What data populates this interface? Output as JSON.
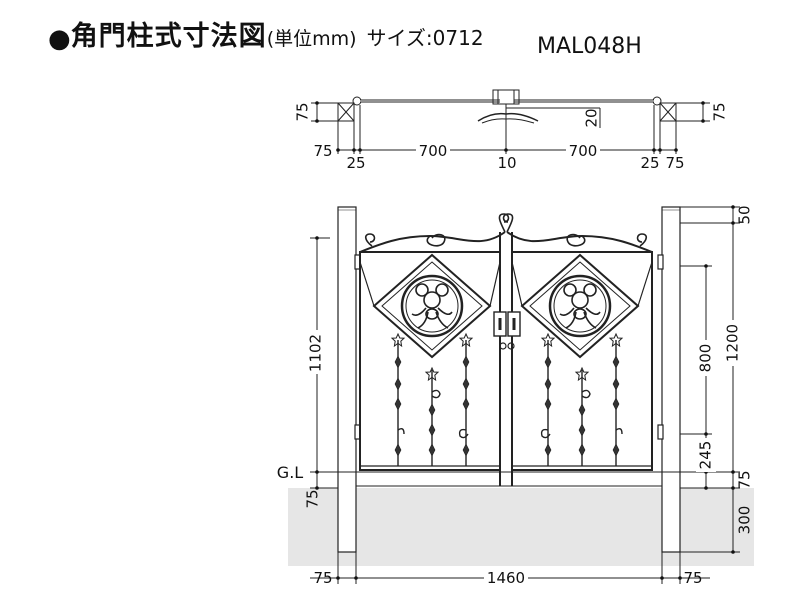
{
  "title": {
    "bullet": "●",
    "main": "角門柱式寸法図",
    "unit": "(単位mm)",
    "size": "サイズ:0712"
  },
  "model_code": "MAL048H",
  "plan_view": {
    "dims": {
      "post_depth_left": "75",
      "post_depth_right": "75",
      "rail_offset": "20",
      "post_width_left": "75",
      "gap_left": "25",
      "leaf_left": "700",
      "center_gap": "10",
      "leaf_right": "700",
      "gap_right": "25",
      "post_width_right": "75"
    }
  },
  "elevation": {
    "gl_label": "G.L",
    "dims": {
      "top_above_gate": "50",
      "post_height": "1200",
      "panel_height": "800",
      "bottom_rail": "245",
      "above_gl": "75",
      "embed_depth": "300",
      "gate_height": "1102",
      "below_gl": "75",
      "bottom_post_left": "75",
      "bottom_span": "1460",
      "bottom_post_right": "75"
    }
  },
  "colors": {
    "line": "#222222",
    "ground": "#e6e6e6"
  }
}
